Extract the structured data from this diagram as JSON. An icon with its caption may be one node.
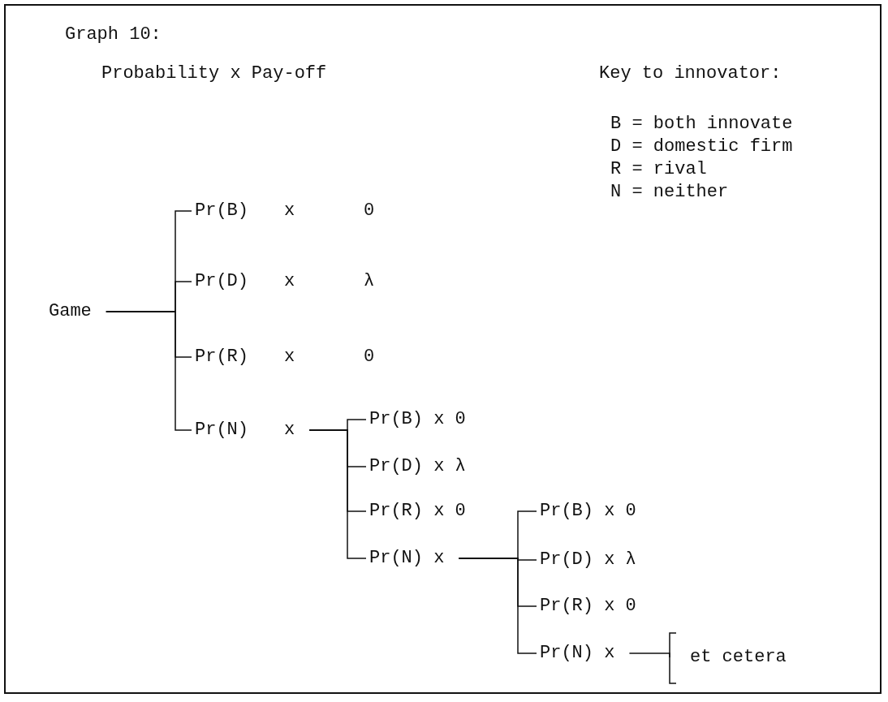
{
  "diagram": {
    "title": "Graph 10:",
    "nodes": [
      {
        "text": [
          "Game"
        ]
      },
      {
        "text": [
          "Pr(B)",
          "x",
          "0"
        ]
      },
      {
        "text": [
          "Pr(D)",
          "x",
          "λ"
        ]
      },
      {
        "text": [
          "Pr(R)",
          "x",
          "0"
        ]
      },
      {
        "text": [
          "Pr(N)",
          "x"
        ]
      },
      {
        "text": [
          "Pr(B) x 0"
        ]
      },
      {
        "text": [
          "Pr(D) x λ"
        ]
      },
      {
        "text": [
          "Pr(R) x 0"
        ]
      },
      {
        "text": [
          "Pr(N) x"
        ]
      },
      {
        "text": [
          "Pr(B) x 0"
        ]
      },
      {
        "text": [
          "Pr(D) x λ"
        ]
      },
      {
        "text": [
          "Pr(R) x 0"
        ]
      },
      {
        "text": [
          "Pr(N) x"
        ]
      },
      {
        "text": [
          "et cetera"
        ]
      }
    ],
    "edges": [
      {
        "from": 0,
        "to": 1,
        "arrow": "none"
      },
      {
        "from": 0,
        "to": 2,
        "arrow": "none"
      },
      {
        "from": 0,
        "to": 3,
        "arrow": "none"
      },
      {
        "from": 0,
        "to": 4,
        "arrow": "none"
      },
      {
        "from": 4,
        "to": 5,
        "arrow": "none"
      },
      {
        "from": 4,
        "to": 6,
        "arrow": "none"
      },
      {
        "from": 4,
        "to": 7,
        "arrow": "none"
      },
      {
        "from": 4,
        "to": 8,
        "arrow": "none"
      },
      {
        "from": 8,
        "to": 9,
        "arrow": "none"
      },
      {
        "from": 8,
        "to": 10,
        "arrow": "none"
      },
      {
        "from": 8,
        "to": 11,
        "arrow": "none"
      },
      {
        "from": 8,
        "to": 12,
        "arrow": "none"
      },
      {
        "from": 12,
        "to": 13,
        "arrow": "none"
      }
    ],
    "labels": [
      "Probability x Pay-off",
      "Key to innovator:",
      "B = both innovate",
      "D = domestic firm",
      "R = rival",
      "N = neither"
    ]
  }
}
